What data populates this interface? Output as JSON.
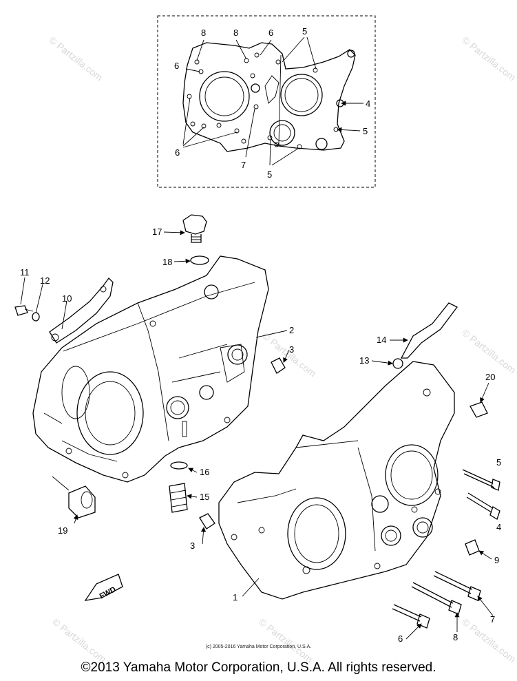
{
  "callouts": {
    "inset_8a": "8",
    "inset_8b": "8",
    "inset_6a": "6",
    "inset_5a": "5",
    "inset_4": "4",
    "inset_5b": "5",
    "inset_6b": "6",
    "inset_7": "7",
    "inset_5c": "5",
    "p17": "17",
    "p18": "18",
    "p11": "11",
    "p12": "12",
    "p10": "10",
    "p2": "2",
    "p3a": "3",
    "p14": "14",
    "p13": "13",
    "p20": "20",
    "p5": "5",
    "p4": "4",
    "p16": "16",
    "p15": "15",
    "p19": "19",
    "p3b": "3",
    "p9": "9",
    "p1": "1",
    "p7": "7",
    "p6": "6",
    "p8": "8"
  },
  "fwd_label": "FWD",
  "watermark": "© Partzilla.com",
  "small_copyright": "(c) 2005-2016 Yamaha Motor Corporation, U.S.A.",
  "copyright": "©2013 Yamaha Motor Corporation, U.S.A. All rights reserved."
}
